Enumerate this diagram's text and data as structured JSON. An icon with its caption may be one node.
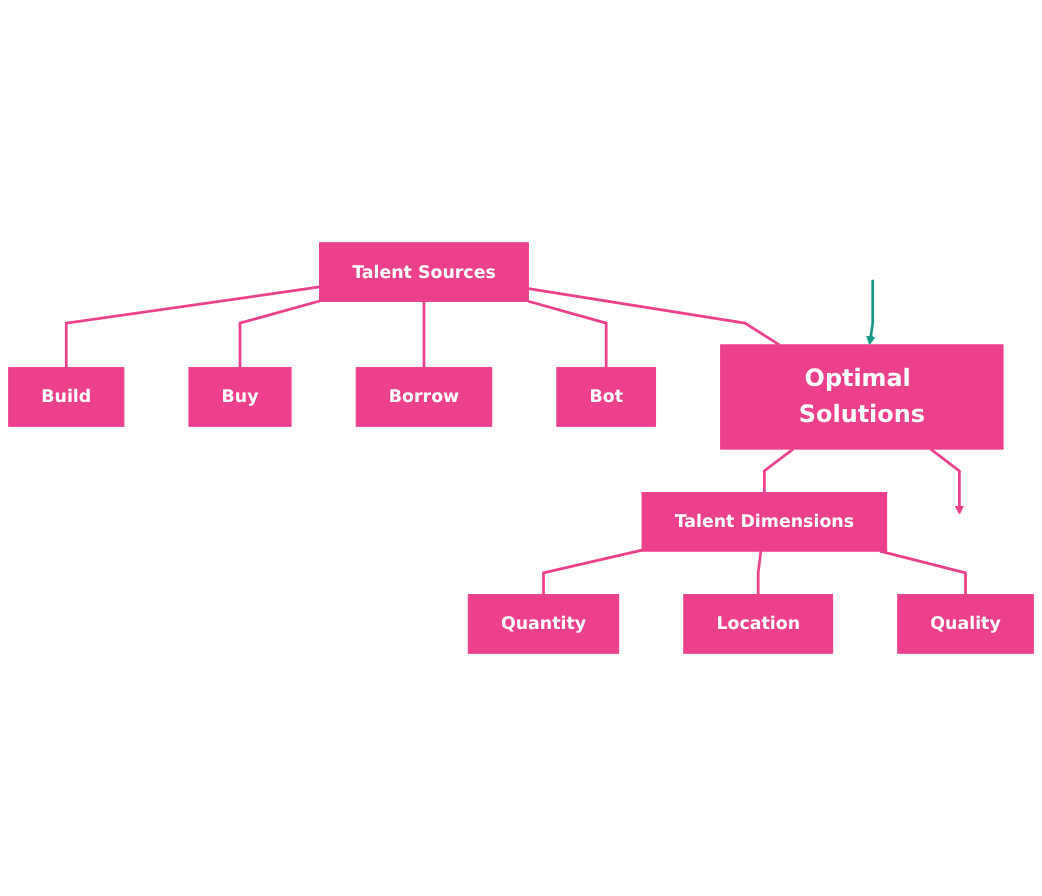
{
  "diagram": {
    "nodes": [
      {
        "text": [
          "Build"
        ]
      },
      {
        "text": [
          "Buy"
        ]
      },
      {
        "text": [
          "Talent Sources"
        ]
      },
      {
        "text": [
          "Borrow"
        ]
      },
      {
        "text": [
          "Bot"
        ]
      },
      {
        "text": [
          "Optimal Solutions"
        ]
      },
      {
        "text": [
          "Talent Dimensions"
        ]
      },
      {
        "text": [
          "Quantity"
        ]
      },
      {
        "text": [
          "Location"
        ]
      },
      {
        "text": [
          "Quality"
        ]
      }
    ],
    "edges": [
      {
        "from": 2,
        "to": 0,
        "arrow": "none"
      },
      {
        "from": 2,
        "to": 1,
        "arrow": "none"
      },
      {
        "from": 2,
        "to": 3,
        "arrow": "none"
      },
      {
        "from": 2,
        "to": 4,
        "arrow": "none"
      },
      {
        "from": 2,
        "to": 5,
        "arrow": "none"
      },
      {
        "from": null,
        "to": 5,
        "arrow": "to",
        "color": "#1a9987"
      },
      {
        "from": 5,
        "to": null,
        "arrow": "to"
      },
      {
        "from": 5,
        "to": 6,
        "arrow": "none"
      },
      {
        "from": 6,
        "to": 7,
        "arrow": "none"
      },
      {
        "from": 6,
        "to": 8,
        "arrow": "none"
      },
      {
        "from": 6,
        "to": 9,
        "arrow": "none"
      }
    ]
  }
}
